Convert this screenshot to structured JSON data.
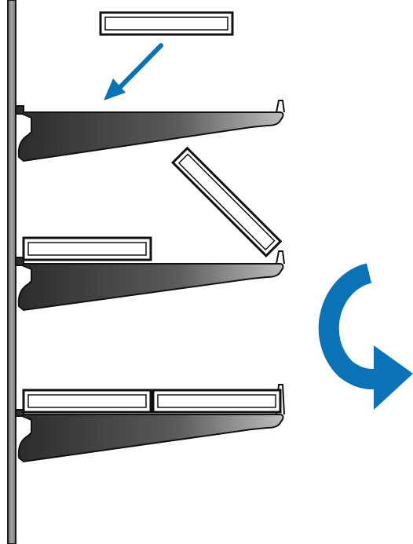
{
  "diagram": {
    "colors": {
      "upright_fill": "#8c8c8c",
      "upright_stroke": "#1f1f1f",
      "bracket_dark": "#2f2f2f",
      "bracket_light": "#b5b5b5",
      "outline": "#111111",
      "label_holder_fill": "#ffffff",
      "accent_blue": "#0b72b5"
    },
    "icons": {
      "insert_arrow": "arrow-down-left-icon",
      "rotate_arrow": "curved-arrow-rotate-icon"
    },
    "steps": [
      {
        "name": "drop-in",
        "description_visible": false
      },
      {
        "name": "tilt-in",
        "description_visible": false
      },
      {
        "name": "seated",
        "description_visible": false
      }
    ]
  }
}
